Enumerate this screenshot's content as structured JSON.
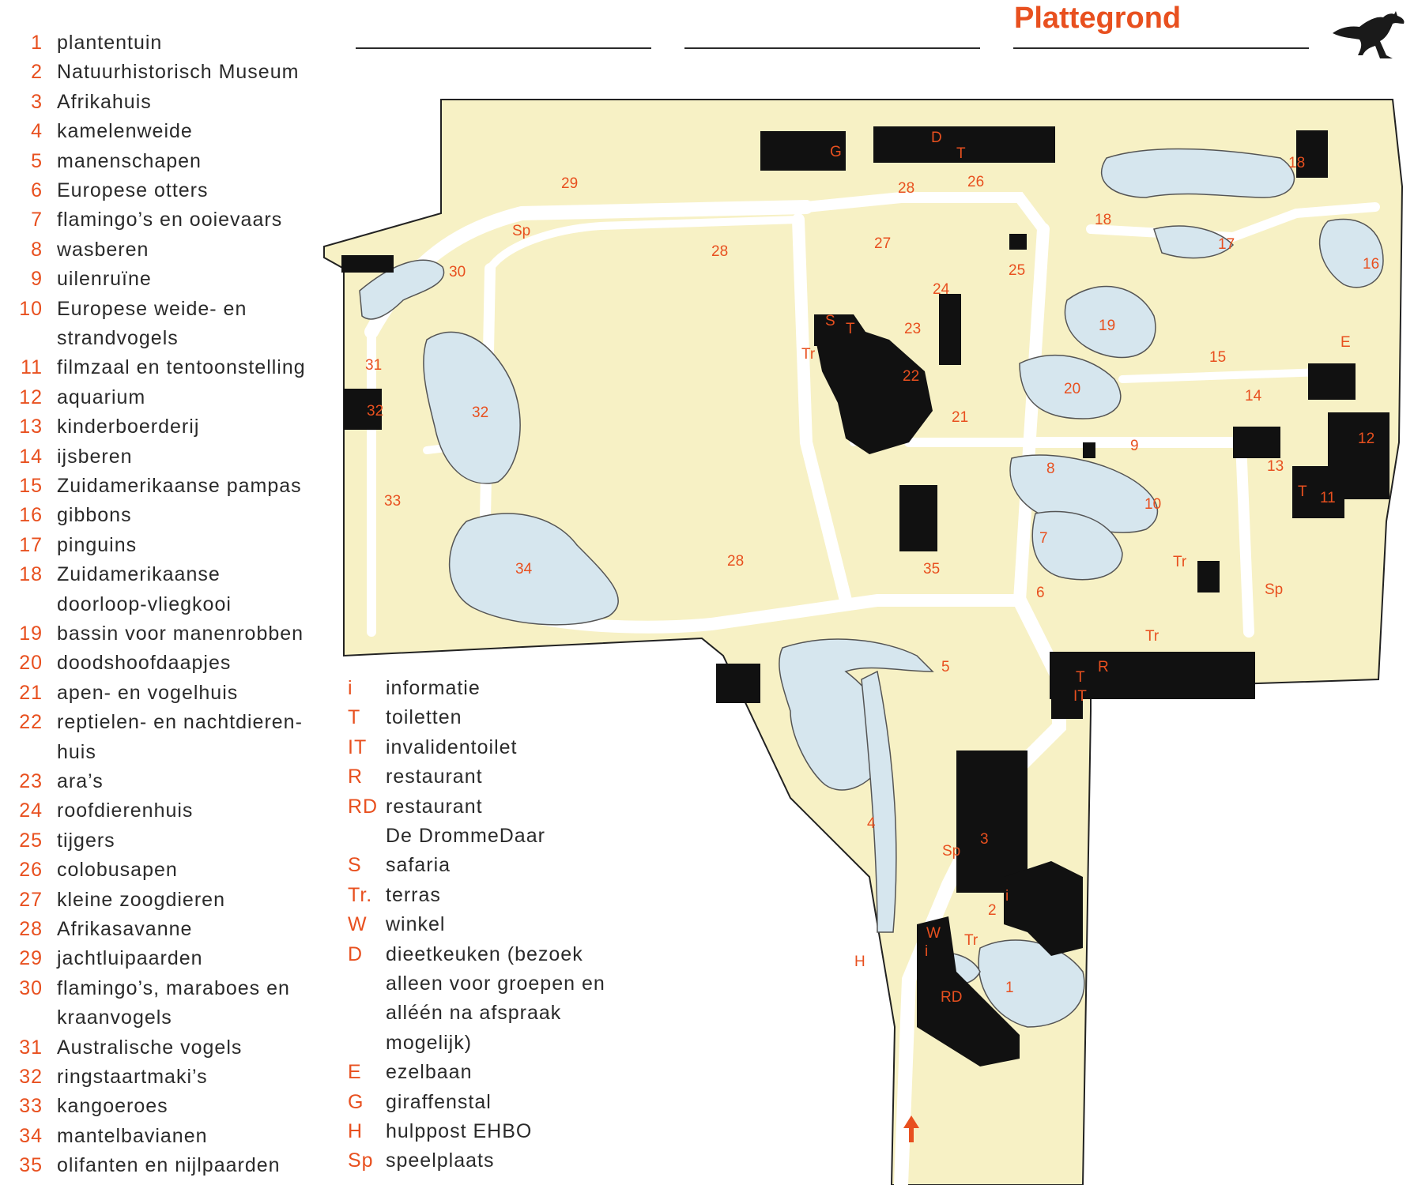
{
  "header": {
    "title": "Plattegrond"
  },
  "legend": [
    {
      "num": "1",
      "lines": [
        "plantentuin"
      ]
    },
    {
      "num": "2",
      "lines": [
        "Natuurhistorisch Museum"
      ]
    },
    {
      "num": "3",
      "lines": [
        "Afrikahuis"
      ]
    },
    {
      "num": "4",
      "lines": [
        "kamelenweide"
      ]
    },
    {
      "num": "5",
      "lines": [
        "manenschapen"
      ]
    },
    {
      "num": "6",
      "lines": [
        "Europese otters"
      ]
    },
    {
      "num": "7",
      "lines": [
        "flamingo’s en ooievaars"
      ]
    },
    {
      "num": "8",
      "lines": [
        "wasberen"
      ]
    },
    {
      "num": "9",
      "lines": [
        "uilenruïne"
      ]
    },
    {
      "num": "10",
      "lines": [
        "Europese weide- en",
        "strandvogels"
      ]
    },
    {
      "num": "11",
      "lines": [
        "filmzaal en tentoonstelling"
      ]
    },
    {
      "num": "12",
      "lines": [
        "aquarium"
      ]
    },
    {
      "num": "13",
      "lines": [
        "kinderboerderij"
      ]
    },
    {
      "num": "14",
      "lines": [
        "ijsberen"
      ]
    },
    {
      "num": "15",
      "lines": [
        "Zuidamerikaanse pampas"
      ]
    },
    {
      "num": "16",
      "lines": [
        "gibbons"
      ]
    },
    {
      "num": "17",
      "lines": [
        "pinguins"
      ]
    },
    {
      "num": "18",
      "lines": [
        "Zuidamerikaanse",
        "doorloop-vliegkooi"
      ]
    },
    {
      "num": "19",
      "lines": [
        "bassin voor manenrobben"
      ]
    },
    {
      "num": "20",
      "lines": [
        "doodshoofdaapjes"
      ]
    },
    {
      "num": "21",
      "lines": [
        "apen- en vogelhuis"
      ]
    },
    {
      "num": "22",
      "lines": [
        "reptielen- en nachtdieren-",
        "huis"
      ]
    },
    {
      "num": "23",
      "lines": [
        "ara’s"
      ]
    },
    {
      "num": "24",
      "lines": [
        "roofdierenhuis"
      ]
    },
    {
      "num": "25",
      "lines": [
        "tijgers"
      ]
    },
    {
      "num": "26",
      "lines": [
        "colobusapen"
      ]
    },
    {
      "num": "27",
      "lines": [
        "kleine zoogdieren"
      ]
    },
    {
      "num": "28",
      "lines": [
        "Afrikasavanne"
      ]
    },
    {
      "num": "29",
      "lines": [
        "jachtluipaarden"
      ]
    },
    {
      "num": "30",
      "lines": [
        "flamingo’s, maraboes en",
        "kraanvogels"
      ]
    },
    {
      "num": "31",
      "lines": [
        "Australische vogels"
      ]
    },
    {
      "num": "32",
      "lines": [
        "ringstaartmaki’s"
      ]
    },
    {
      "num": "33",
      "lines": [
        "kangoeroes"
      ]
    },
    {
      "num": "34",
      "lines": [
        "mantelbavianen"
      ]
    },
    {
      "num": "35",
      "lines": [
        "olifanten en nijlpaarden"
      ]
    }
  ],
  "symbols": [
    {
      "sym": "i",
      "lines": [
        "informatie"
      ]
    },
    {
      "sym": "T",
      "lines": [
        "toiletten"
      ]
    },
    {
      "sym": "IT",
      "lines": [
        "invalidentoilet"
      ]
    },
    {
      "sym": "R",
      "lines": [
        "restaurant"
      ]
    },
    {
      "sym": "RD",
      "lines": [
        "restaurant",
        "De DrommeDaar"
      ]
    },
    {
      "sym": "S",
      "lines": [
        "safaria"
      ]
    },
    {
      "sym": "Tr.",
      "lines": [
        "terras"
      ]
    },
    {
      "sym": "W",
      "lines": [
        "winkel"
      ]
    },
    {
      "sym": "D",
      "lines": [
        "dieetkeuken (bezoek",
        "alleen voor groepen en",
        "alléén na afspraak",
        "mogelijk)"
      ]
    },
    {
      "sym": "E",
      "lines": [
        "ezelbaan"
      ]
    },
    {
      "sym": "G",
      "lines": [
        "giraffenstal"
      ]
    },
    {
      "sym": "H",
      "lines": [
        "hulppost EHBO"
      ]
    },
    {
      "sym": "Sp",
      "lines": [
        "speelplaats"
      ]
    }
  ],
  "map_labels": [
    {
      "text": "29"
    },
    {
      "text": "Sp"
    },
    {
      "text": "30"
    },
    {
      "text": "31"
    },
    {
      "text": "32"
    },
    {
      "text": "32"
    },
    {
      "text": "33"
    },
    {
      "text": "34"
    },
    {
      "text": "28"
    },
    {
      "text": "28"
    },
    {
      "text": "G"
    },
    {
      "text": "D"
    },
    {
      "text": "T"
    },
    {
      "text": "28"
    },
    {
      "text": "26"
    },
    {
      "text": "27"
    },
    {
      "text": "25"
    },
    {
      "text": "24"
    },
    {
      "text": "S"
    },
    {
      "text": "T"
    },
    {
      "text": "23"
    },
    {
      "text": "Tr"
    },
    {
      "text": "22"
    },
    {
      "text": "21"
    },
    {
      "text": "18"
    },
    {
      "text": "18"
    },
    {
      "text": "17"
    },
    {
      "text": "16"
    },
    {
      "text": "19"
    },
    {
      "text": "20"
    },
    {
      "text": "15"
    },
    {
      "text": "14"
    },
    {
      "text": "E"
    },
    {
      "text": "12"
    },
    {
      "text": "13"
    },
    {
      "text": "T"
    },
    {
      "text": "11"
    },
    {
      "text": "9"
    },
    {
      "text": "8"
    },
    {
      "text": "10"
    },
    {
      "text": "7"
    },
    {
      "text": "35"
    },
    {
      "text": "6"
    },
    {
      "text": "Tr"
    },
    {
      "text": "Sp"
    },
    {
      "text": "Tr"
    },
    {
      "text": "R"
    },
    {
      "text": "T"
    },
    {
      "text": "IT"
    },
    {
      "text": "5"
    },
    {
      "text": "4"
    },
    {
      "text": "3"
    },
    {
      "text": "Sp"
    },
    {
      "text": "i"
    },
    {
      "text": "2"
    },
    {
      "text": "W"
    },
    {
      "text": "i"
    },
    {
      "text": "Tr"
    },
    {
      "text": "H"
    },
    {
      "text": "RD"
    },
    {
      "text": "1"
    }
  ],
  "colors": {
    "accent": "#e8501f",
    "land": "#f7f1c5",
    "water": "#d6e6ee",
    "building": "#111111",
    "path": "#ffffff",
    "text": "#2a2a2a"
  }
}
